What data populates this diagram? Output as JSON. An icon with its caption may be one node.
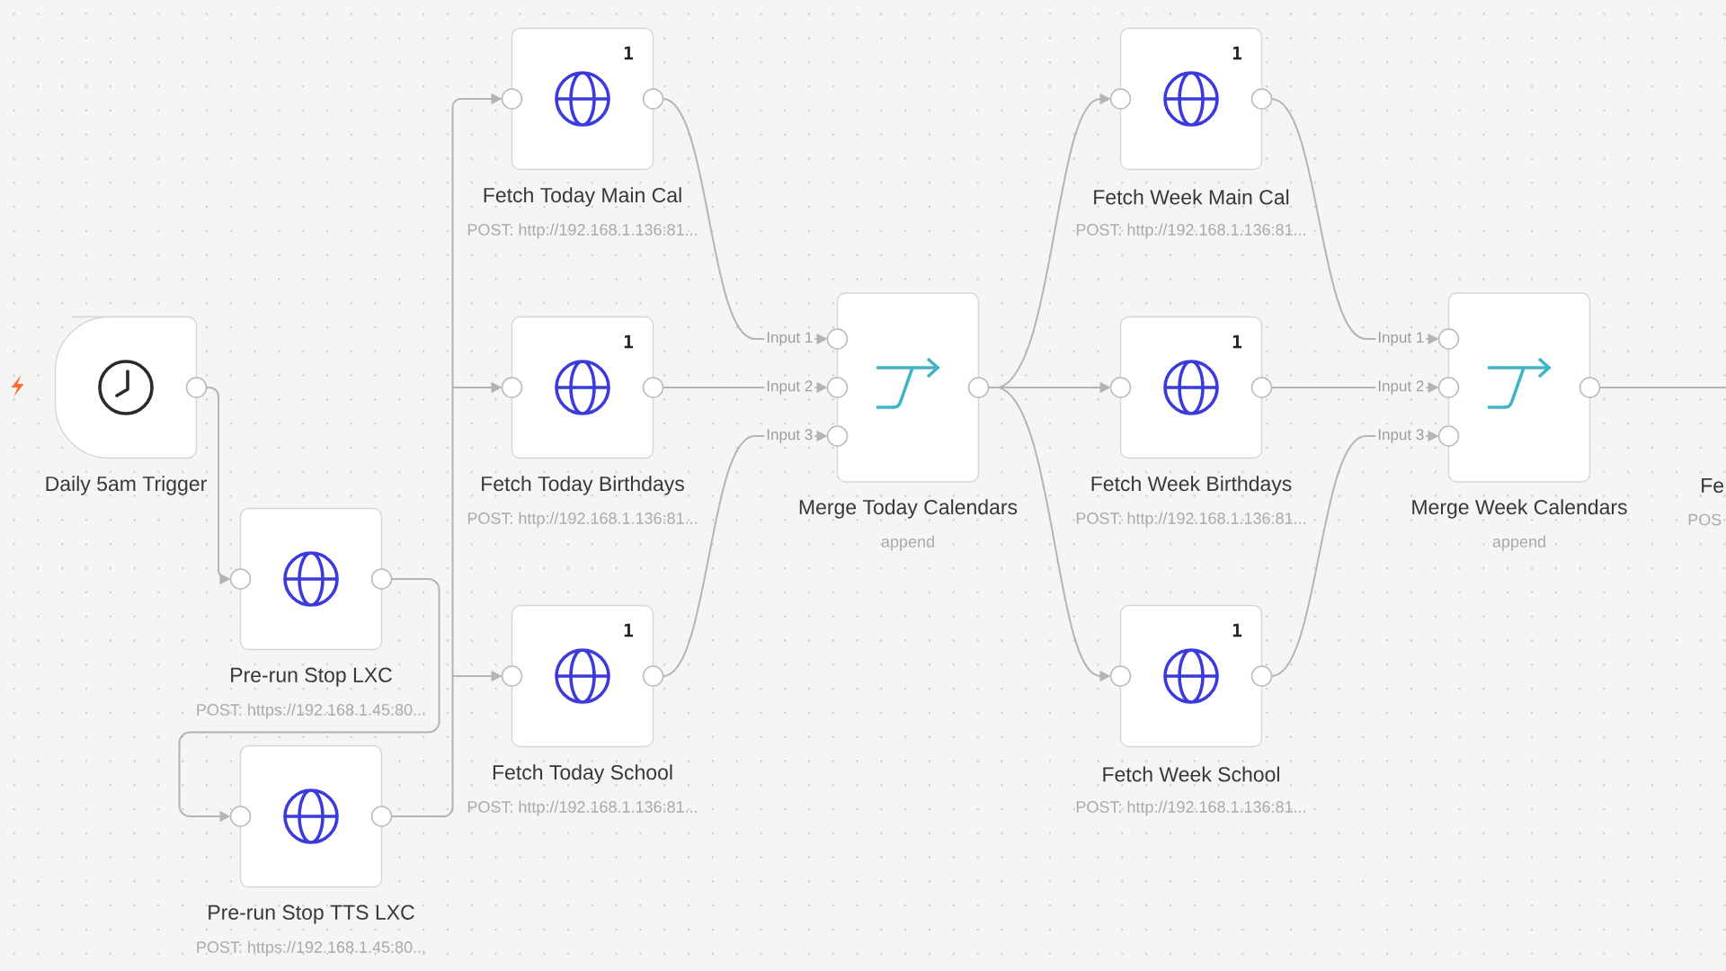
{
  "diagram": {
    "nodes": [
      {
        "text": [
          "Daily 5am Trigger"
        ]
      },
      {
        "text": [
          "Pre-run Stop LXC",
          "POST: https://192.168.1.45:80..."
        ]
      },
      {
        "text": [
          "Pre-run Stop TTS LXC",
          "POST: https://192.168.1.45:80..."
        ]
      },
      {
        "text": [
          "1",
          "Fetch Today Main Cal",
          "POST: http://192.168.1.136:81..."
        ]
      },
      {
        "text": [
          "1",
          "Fetch Today Birthdays",
          "POST: http://192.168.1.136:81..."
        ]
      },
      {
        "text": [
          "1",
          "Fetch Today School",
          "POST: http://192.168.1.136:81..."
        ]
      },
      {
        "text": [
          "Merge Today Calendars",
          "append"
        ]
      },
      {
        "text": [
          "1",
          "Fetch Week Main Cal",
          "POST: http://192.168.1.136:81..."
        ]
      },
      {
        "text": [
          "1",
          "Fetch Week Birthdays",
          "POST: http://192.168.1.136:81..."
        ]
      },
      {
        "text": [
          "1",
          "Fetch Week School",
          "POST: http://192.168.1.136:81..."
        ]
      },
      {
        "text": [
          "Merge Week Calendars",
          "append"
        ]
      }
    ],
    "edges": [
      {
        "from": 0,
        "to": 1,
        "arrow": "to"
      },
      {
        "from": 1,
        "to": 2,
        "arrow": "to"
      },
      {
        "from": 2,
        "to": 3,
        "arrow": "to"
      },
      {
        "from": 2,
        "to": 4,
        "arrow": "to"
      },
      {
        "from": 2,
        "to": 5,
        "arrow": "to"
      },
      {
        "from": 3,
        "to": 6,
        "arrow": "to",
        "label": "Input 1"
      },
      {
        "from": 4,
        "to": 6,
        "arrow": "to",
        "label": "Input 2"
      },
      {
        "from": 5,
        "to": 6,
        "arrow": "to",
        "label": "Input 3"
      },
      {
        "from": 6,
        "to": 7,
        "arrow": "to"
      },
      {
        "from": 6,
        "to": 8,
        "arrow": "to"
      },
      {
        "from": 6,
        "to": 9,
        "arrow": "to"
      },
      {
        "from": 7,
        "to": 10,
        "arrow": "to",
        "label": "Input 1"
      },
      {
        "from": 8,
        "to": 10,
        "arrow": "to",
        "label": "Input 2"
      },
      {
        "from": 9,
        "to": 10,
        "arrow": "to",
        "label": "Input 3"
      },
      {
        "from": 10,
        "to": null,
        "arrow": "none"
      }
    ],
    "labels": [
      "Fe",
      "POS"
    ]
  }
}
